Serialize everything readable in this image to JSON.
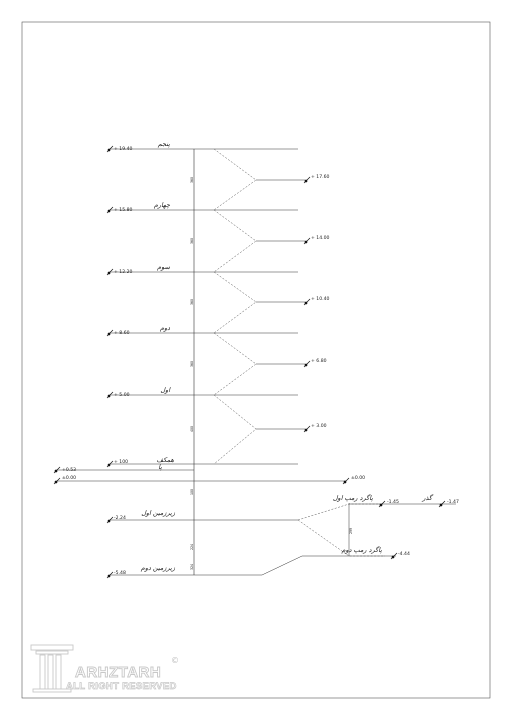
{
  "drawing": {
    "floors": [
      {
        "name": "پنجم",
        "level": "+ 19.40"
      },
      {
        "name": "چهارم",
        "level": "+ 15.80"
      },
      {
        "name": "سوم",
        "level": "+ 12.20"
      },
      {
        "name": "دوم",
        "level": "+ 8.60"
      },
      {
        "name": "اول",
        "level": "+ 5.00"
      },
      {
        "name": "همکف",
        "level": "+ 100"
      }
    ],
    "landings": [
      "+ 17.60",
      "+ 14.00",
      "+ 10.40",
      "+ 6.80",
      "+ 3.00"
    ],
    "entrance": {
      "name": "پا",
      "level_top": "+0.53",
      "level_zero": "±0.00",
      "level_zero_right": "±0.00"
    },
    "basements": [
      {
        "name": "زیرزمین اول",
        "level": "-2.24"
      },
      {
        "name": "زیرزمین دوم",
        "level": "-5.48"
      }
    ],
    "ramps": [
      {
        "name": "پاگرد رمپ اول",
        "level": "-1.45"
      },
      {
        "name": "پاگرد رمپ دوم",
        "level": "-4.44"
      }
    ],
    "garden": {
      "name": "گذر",
      "level": "-1.47"
    },
    "dimensions": [
      "360",
      "360",
      "360",
      "360",
      "400",
      "100",
      "224",
      "324",
      "299"
    ]
  },
  "logo": {
    "brand": "ARHZTARH",
    "tagline": "ALL RIGHT RESERVED",
    "mark": "©"
  }
}
